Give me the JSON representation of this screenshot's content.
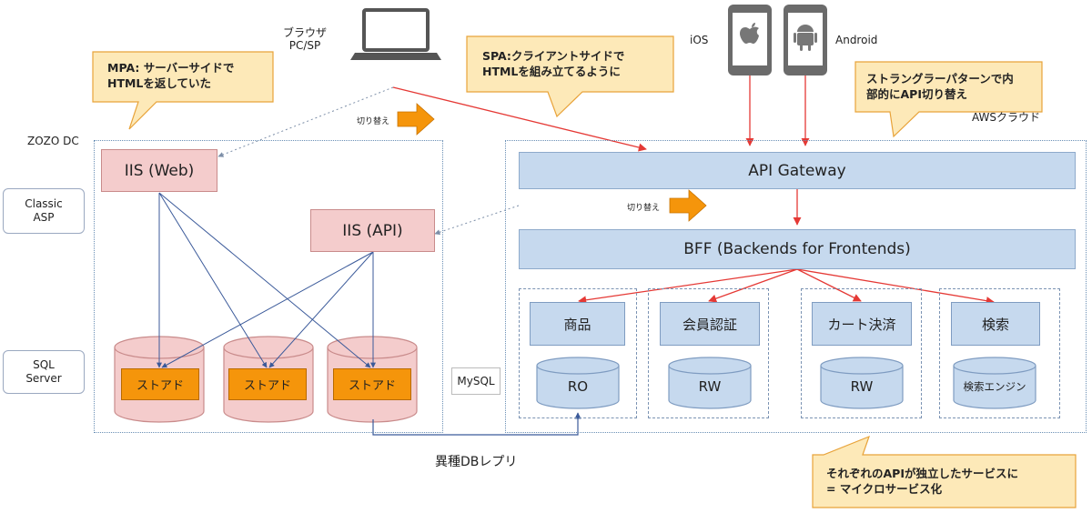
{
  "browser_label": "ブラウザ\nPC/SP",
  "ios_label": "iOS",
  "android_label": "Android",
  "switch_label": "切り替え",
  "callouts": {
    "mpa": "MPA: サーバーサイドで\nHTMLを返していた",
    "spa": "SPA:クライアントサイドで\nHTMLを組み立てるように",
    "strangler": "ストラングラーパターンで内\n部的にAPI切り替え",
    "micro": "それぞれのAPIが独立したサービスに\n= マイクロサービス化"
  },
  "zozo_dc_label": "ZOZO DC",
  "aws_label": "AWSクラウド",
  "classic_asp_label": "Classic\nASP",
  "sql_server_label": "SQL\nServer",
  "iis_web": "IIS (Web)",
  "iis_api": "IIS (API)",
  "store_label": "ストアド",
  "mysql_label": "MySQL",
  "api_gateway": "API Gateway",
  "bff": "BFF (Backends for Frontends)",
  "services": [
    {
      "name": "商品",
      "db": "RO"
    },
    {
      "name": "会員認証",
      "db": "RW"
    },
    {
      "name": "カート決済",
      "db": "RW"
    },
    {
      "name": "検索",
      "db": "検索エンジン"
    }
  ],
  "replication_label": "異種DBレプリ",
  "colors": {
    "red_arrow": "#e53935",
    "blue_line": "#3b5a9a",
    "callout_fill": "#fde9b8",
    "callout_stroke": "#e8a33a",
    "store_orange": "#f5950b",
    "iis_pink": "#f4cccc",
    "aws_blue": "#c6d9ee"
  }
}
